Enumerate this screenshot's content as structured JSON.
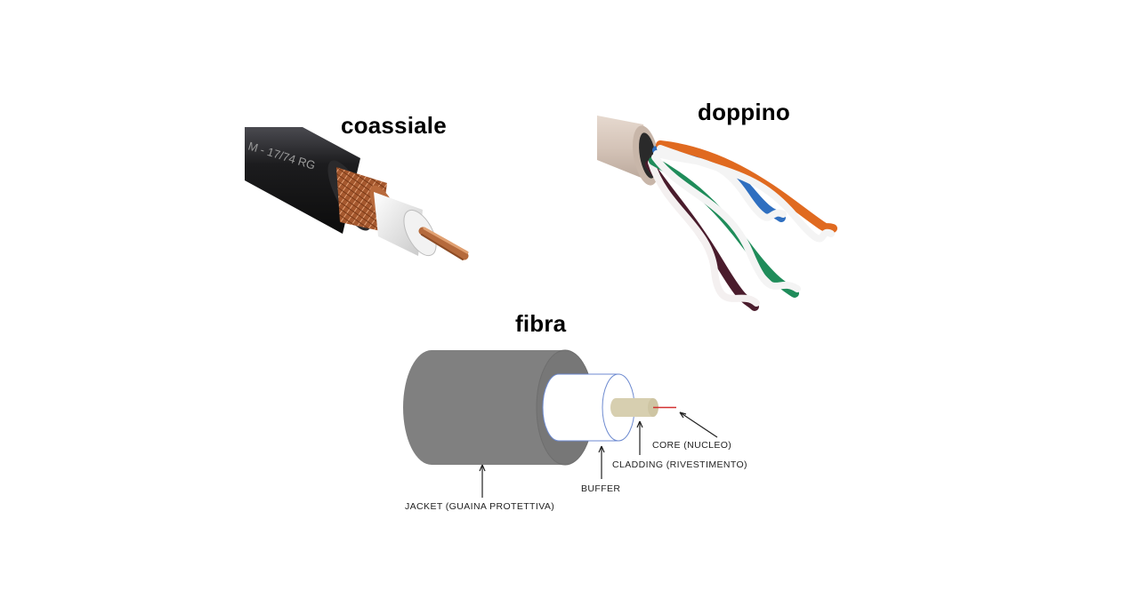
{
  "titles": {
    "coax": "coassiale",
    "twisted": "doppino",
    "fiber": "fibra"
  },
  "coax_print": "M - 17/74  RG",
  "fiber_labels": {
    "core": "CORE (NUCLEO)",
    "cladding": "CLADDING (RIVESTIMENTO)",
    "buffer": "BUFFER",
    "jacket": "JACKET (GUAINA PROTETTIVA)"
  },
  "colors": {
    "coax_jacket": "#1c1c1e",
    "copper": "#c8794a",
    "twisted_jacket": "#d4c3b7",
    "pair_blue": "#2f6fc0",
    "pair_orange": "#e06a20",
    "pair_green": "#1f8c5a",
    "pair_brown": "#4a1c2c",
    "fiber_jacket": "#808080",
    "fiber_core": "#d7cfb0",
    "fiber_core_line": "#d23030"
  }
}
